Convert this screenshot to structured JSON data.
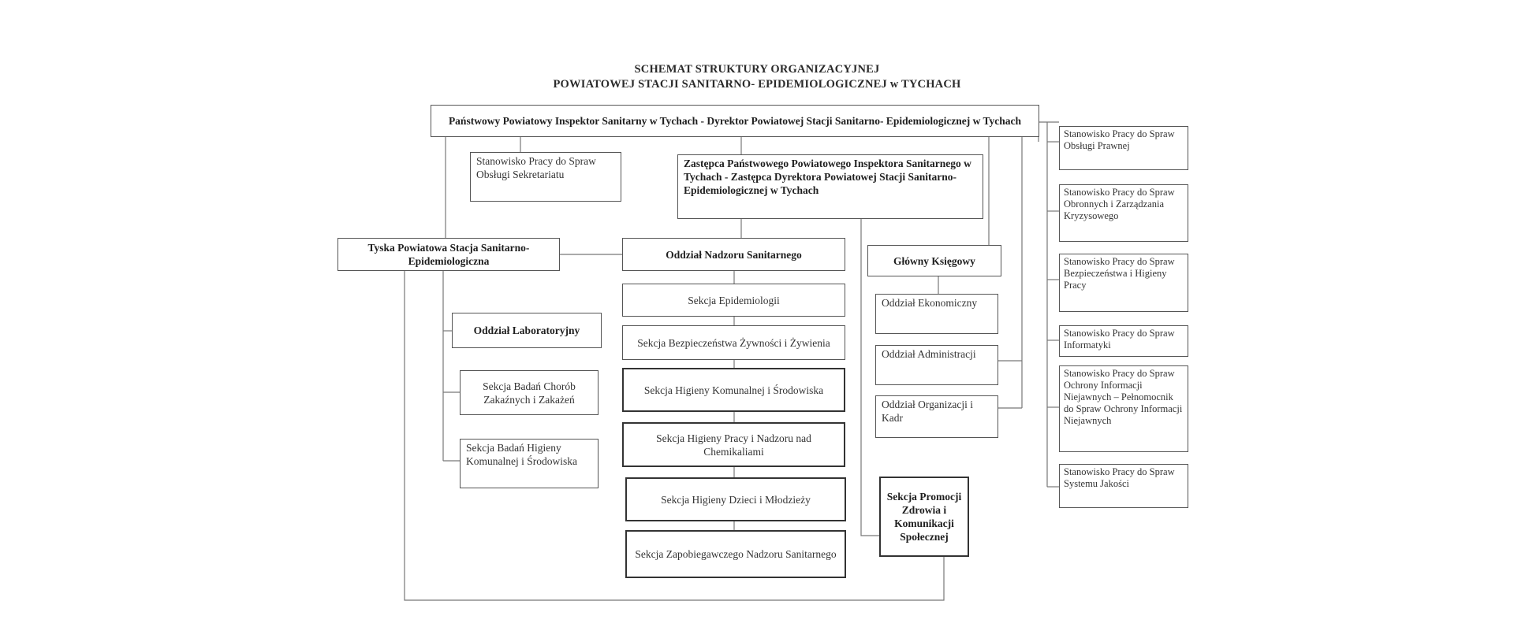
{
  "title": {
    "line1": "SCHEMAT STRUKTURY ORGANIZACYJNEJ",
    "line2": "POWIATOWEJ STACJI SANITARNO- EPIDEMIOLOGICZNEJ w TYCHACH"
  },
  "boxes": {
    "inspektor": "Państwowy Powiatowy Inspektor Sanitarny w Tychach - Dyrektor Powiatowej Stacji Sanitarno- Epidemiologicznej w Tychach",
    "sekretariat": "Stanowisko Pracy do Spraw Obsługi Sekretariatu",
    "zastepca": "Zastępca Państwowego Powiatowego Inspektora Sanitarnego w Tychach - Zastępca Dyrektora Powiatowej Stacji Sanitarno- Epidemiologicznej w Tychach",
    "tyska": "Tyska Powiatowa Stacja Sanitarno- Epidemiologiczna",
    "nadzor": "Oddział Nadzoru Sanitarnego",
    "ksiegowy": "Główny Księgowy",
    "epidemiologia": "Sekcja Epidemiologii",
    "zywnosc": "Sekcja Bezpieczeństwa Żywności i Żywienia",
    "komunalna": "Sekcja Higieny Komunalnej i Środowiska",
    "pracy": "Sekcja Higieny Pracy i Nadzoru nad Chemikaliami",
    "dzieci": "Sekcja Higieny Dzieci i Młodzieży",
    "zapobiegawczy": "Sekcja Zapobiegawczego Nadzoru Sanitarnego",
    "laboratoryjny": "Oddział Laboratoryjny",
    "badan_chorob": "Sekcja Badań Chorób Zakaźnych i Zakażeń",
    "badan_higieny": "Sekcja Badań Higieny Komunalnej i Środowiska",
    "ekonomiczny": "Oddział Ekonomiczny",
    "administracji": "Oddział Administracji",
    "kadr": "Oddział Organizacji i Kadr",
    "promocji": "Sekcja Promocji Zdrowia i Komunikacji Społecznej",
    "r_prawnej": "Stanowisko Pracy do Spraw Obsługi Prawnej",
    "r_obronnych": "Stanowisko Pracy do Spraw Obronnych i Zarządzania Kryzysowego",
    "r_bhp": "Stanowisko Pracy do Spraw Bezpieczeństwa i Higieny Pracy",
    "r_informatyki": "Stanowisko Pracy do Spraw Informatyki",
    "r_ochrony": "Stanowisko Pracy do Spraw Ochrony Informacji Niejawnych – Pełnomocnik do Spraw Ochrony Informacji Niejawnych",
    "r_jakosci": "Stanowisko Pracy do Spraw Systemu Jakości"
  },
  "colors": {
    "line": "#777777",
    "border": "#555555"
  }
}
